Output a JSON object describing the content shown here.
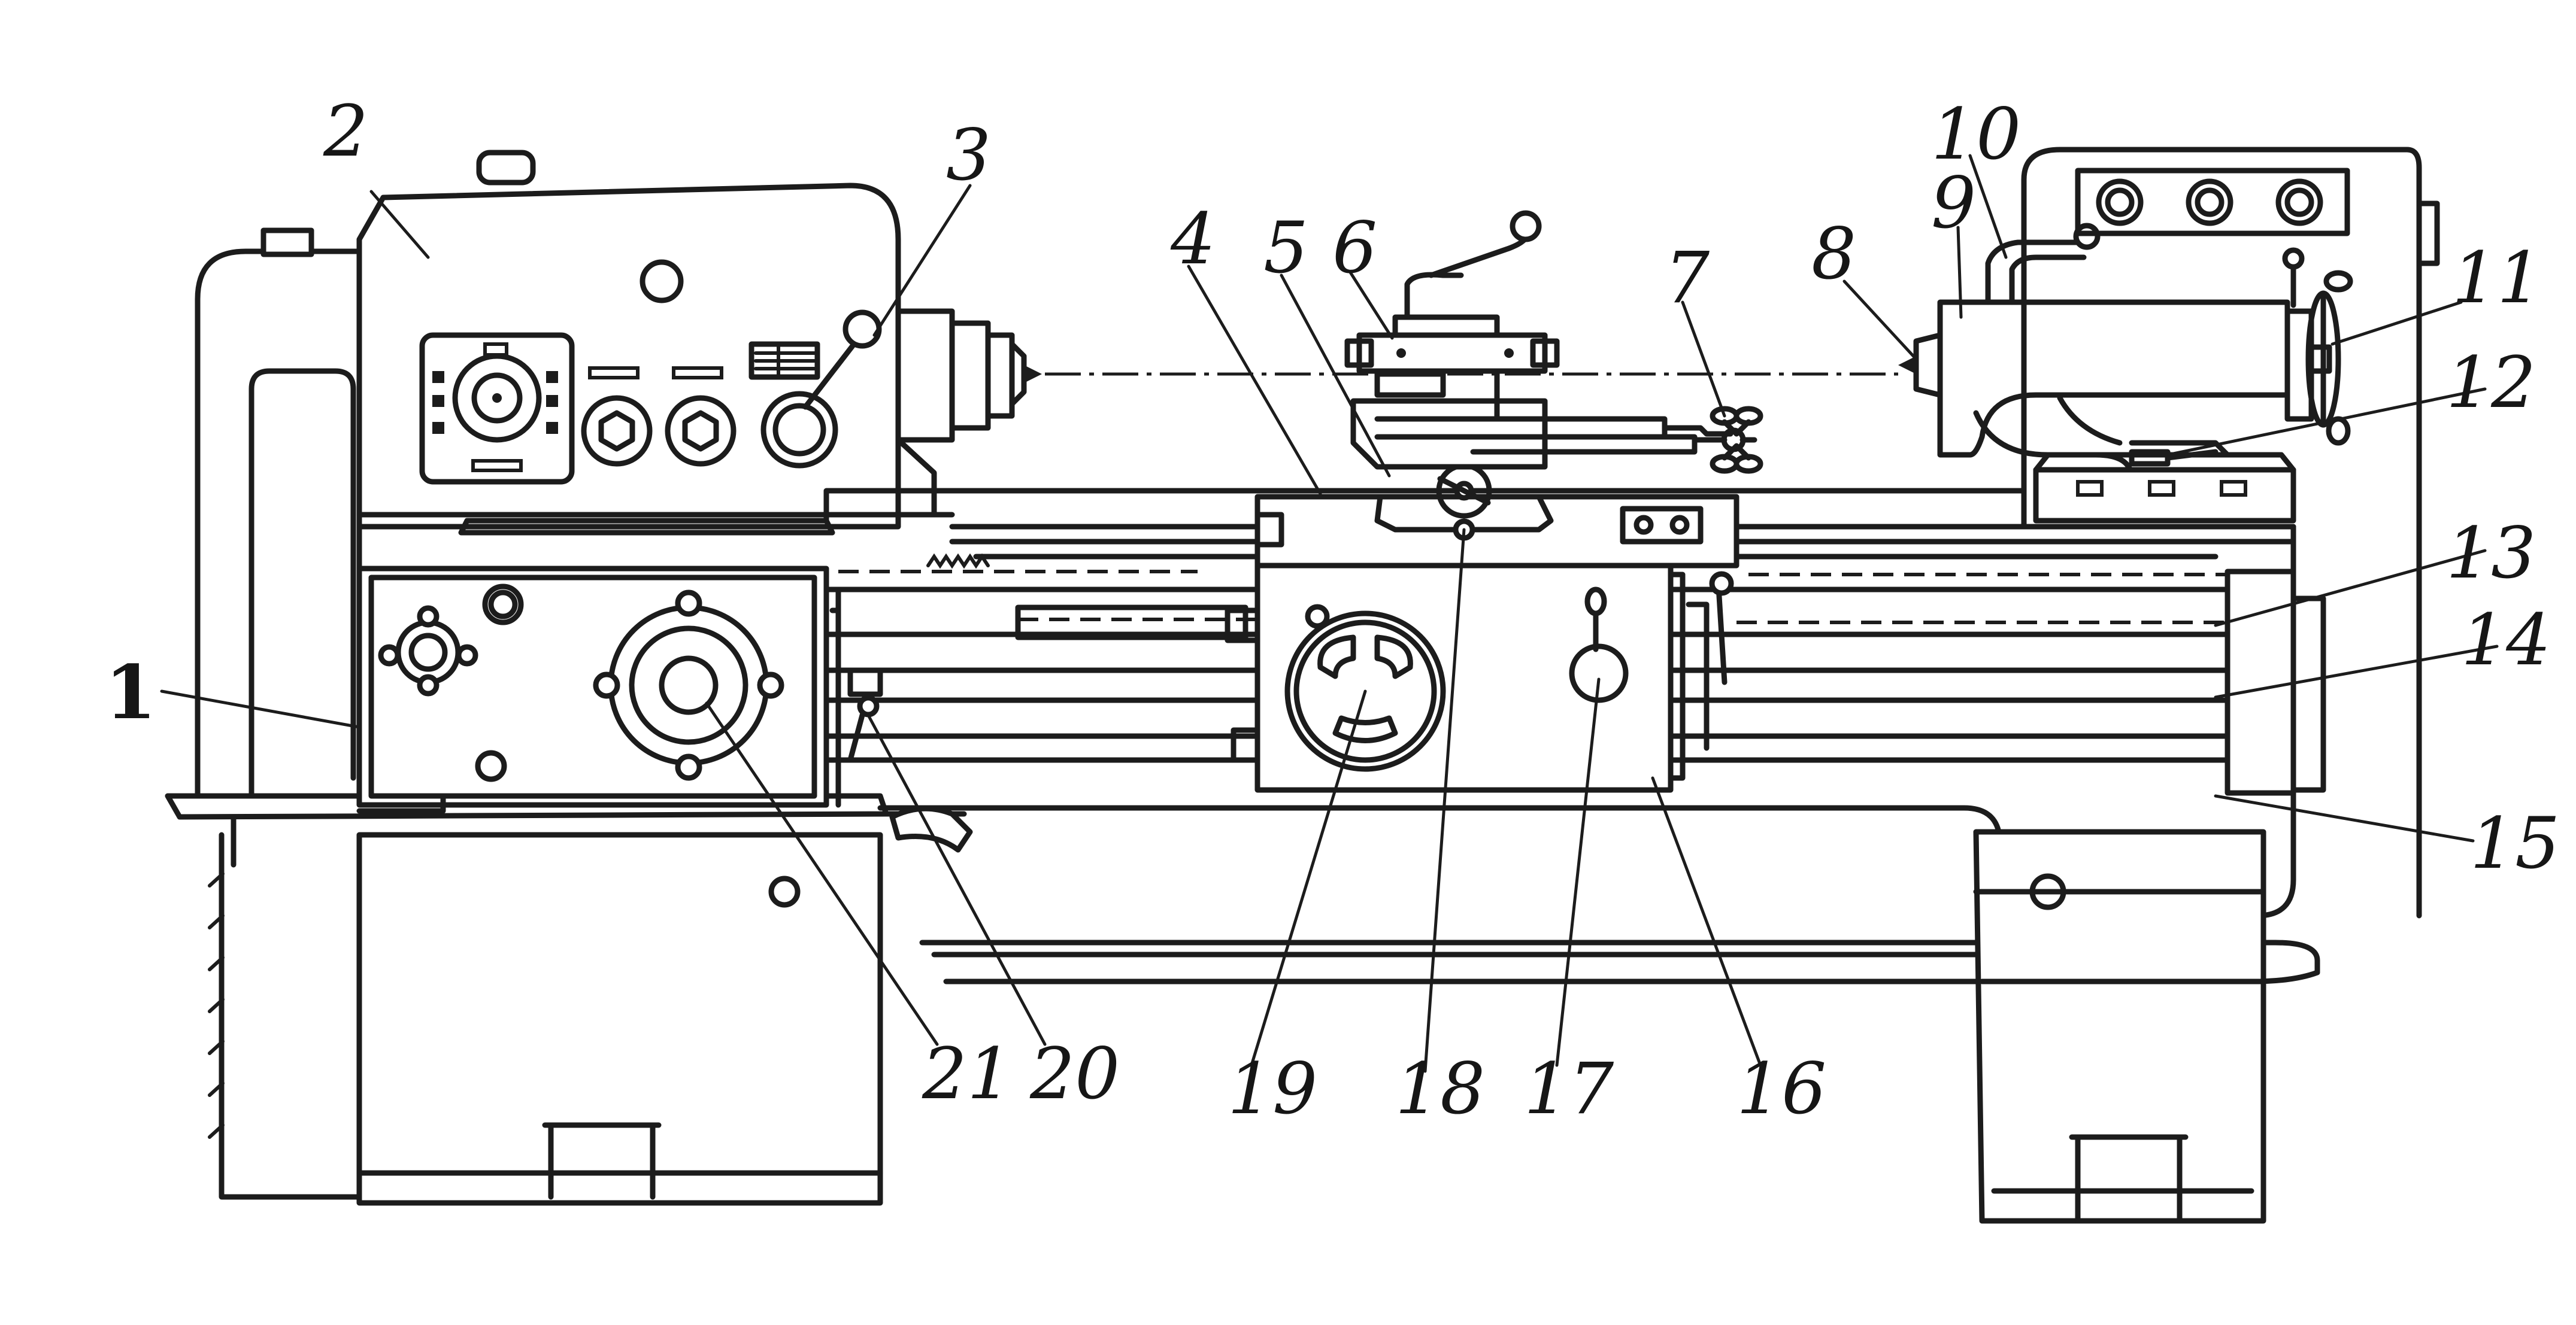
{
  "figure": {
    "subject": "Screw-cutting lathe (general view)",
    "callouts": [
      {
        "id": "c1",
        "text": "1"
      },
      {
        "id": "c2",
        "text": "2"
      },
      {
        "id": "c3",
        "text": "3"
      },
      {
        "id": "c4",
        "text": "4"
      },
      {
        "id": "c5",
        "text": "5"
      },
      {
        "id": "c6",
        "text": "6"
      },
      {
        "id": "c7",
        "text": "7"
      },
      {
        "id": "c8",
        "text": "8"
      },
      {
        "id": "c9",
        "text": "9"
      },
      {
        "id": "c10",
        "text": "10"
      },
      {
        "id": "c11",
        "text": "11"
      },
      {
        "id": "c12",
        "text": "12"
      },
      {
        "id": "c13",
        "text": "13"
      },
      {
        "id": "c14",
        "text": "14"
      },
      {
        "id": "c15",
        "text": "15"
      },
      {
        "id": "c16",
        "text": "16"
      },
      {
        "id": "c17",
        "text": "17"
      },
      {
        "id": "c18",
        "text": "18"
      },
      {
        "id": "c19",
        "text": "19"
      },
      {
        "id": "c20",
        "text": "20"
      },
      {
        "id": "c21",
        "text": "21"
      }
    ]
  }
}
